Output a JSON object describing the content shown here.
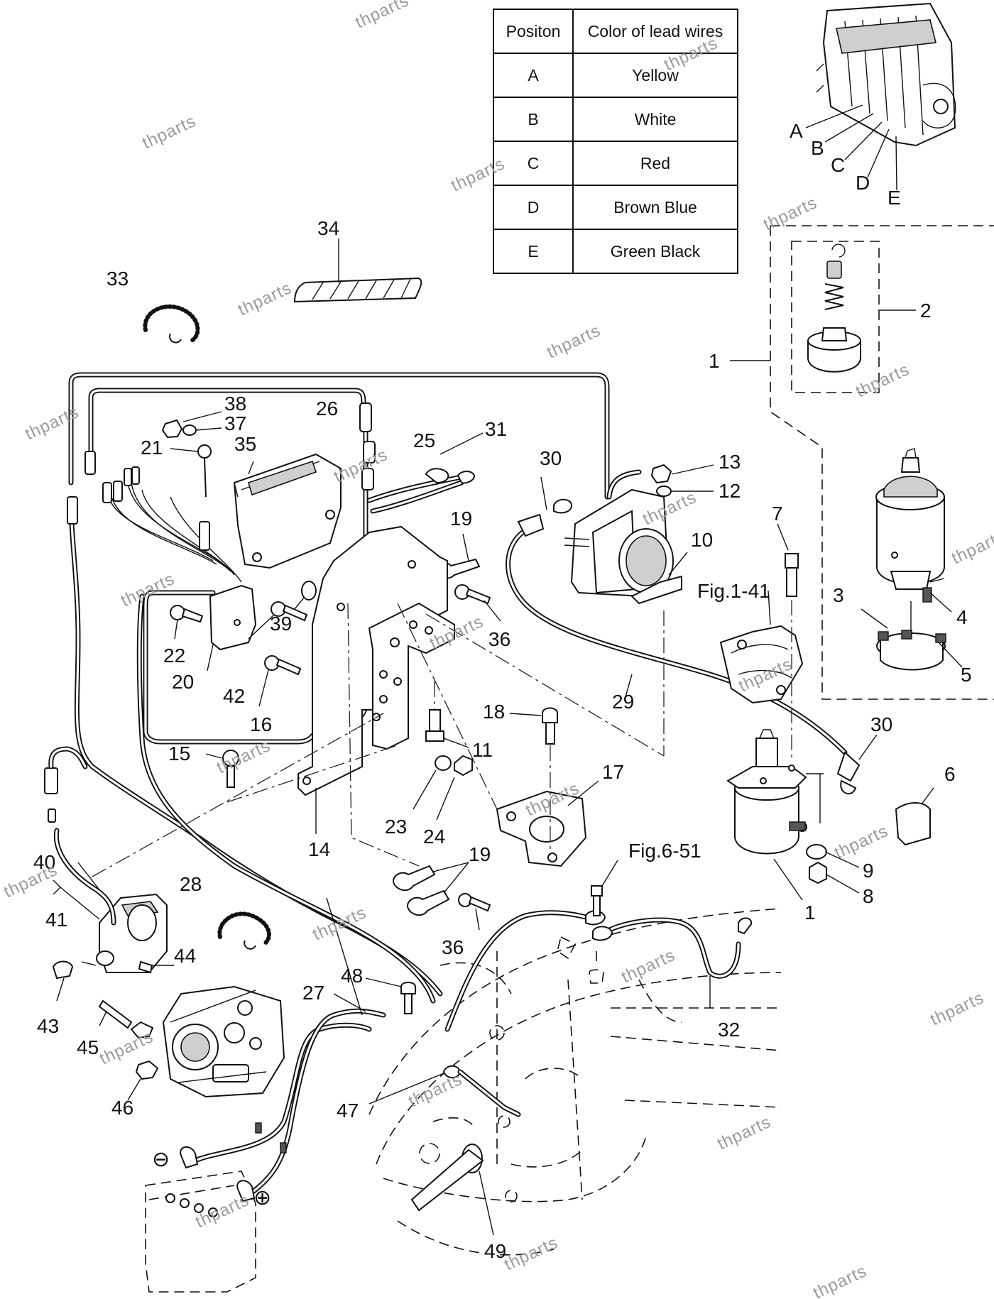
{
  "lead_wire_table": {
    "headers": [
      "Positon",
      "Color of lead wires"
    ],
    "rows": [
      {
        "position": "A",
        "color": "Yellow"
      },
      {
        "position": "B",
        "color": "White"
      },
      {
        "position": "C",
        "color": "Red"
      },
      {
        "position": "D",
        "color": "Brown Blue"
      },
      {
        "position": "E",
        "color": "Green Black"
      }
    ]
  },
  "terminal_letters": [
    "A",
    "B",
    "C",
    "D",
    "E"
  ],
  "references": {
    "fig_1_41": "Fig.1-41",
    "fig_6_51": "Fig.6-51"
  },
  "battery_signs": {
    "minus": "⊖",
    "plus": "⊕"
  },
  "part_callouts": {
    "p1": "1",
    "p1b": "1",
    "p2": "2",
    "p3": "3",
    "p4": "4",
    "p5": "5",
    "p6": "6",
    "p7": "7",
    "p8": "8",
    "p9": "9",
    "p10": "10",
    "p11": "11",
    "p12": "12",
    "p13": "13",
    "p14": "14",
    "p15": "15",
    "p16": "16",
    "p17": "17",
    "p18": "18",
    "p19": "19",
    "p19b": "19",
    "p20": "20",
    "p21": "21",
    "p22": "22",
    "p23": "23",
    "p24": "24",
    "p25": "25",
    "p26": "26",
    "p27": "27",
    "p28": "28",
    "p29": "29",
    "p30": "30",
    "p30b": "30",
    "p31": "31",
    "p32": "32",
    "p33": "33",
    "p34": "34",
    "p35": "35",
    "p36": "36",
    "p36b": "36",
    "p37": "37",
    "p38": "38",
    "p39": "39",
    "p40": "40",
    "p41": "41",
    "p42": "42",
    "p43": "43",
    "p44": "44",
    "p45": "45",
    "p46": "46",
    "p47": "47",
    "p48": "48",
    "p49": "49"
  },
  "watermark": "thparts"
}
